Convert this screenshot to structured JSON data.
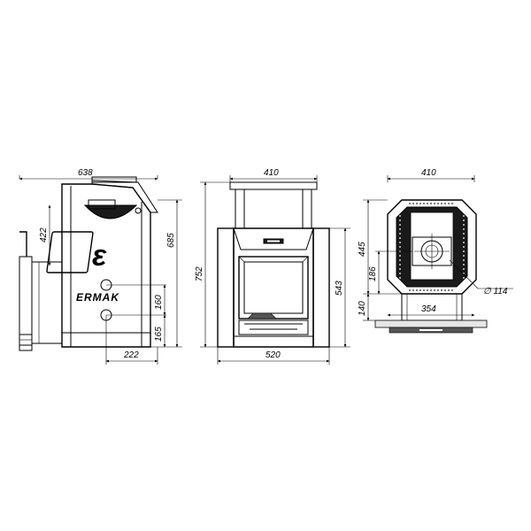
{
  "side_view": {
    "width_dim": "638",
    "dim_422": "422",
    "dim_685": "685",
    "dim_160": "160",
    "dim_165": "165",
    "dim_222": "222",
    "brand": "ERMAK"
  },
  "front_view": {
    "top_dim": "410",
    "height_dim": "752",
    "door_dim": "543",
    "bottom_dim": "520"
  },
  "top_view": {
    "top_dim": "410",
    "dim_445": "445",
    "dim_186": "186",
    "dim_140": "140",
    "dim_354": "354",
    "pipe_dim": "∅ 114"
  }
}
